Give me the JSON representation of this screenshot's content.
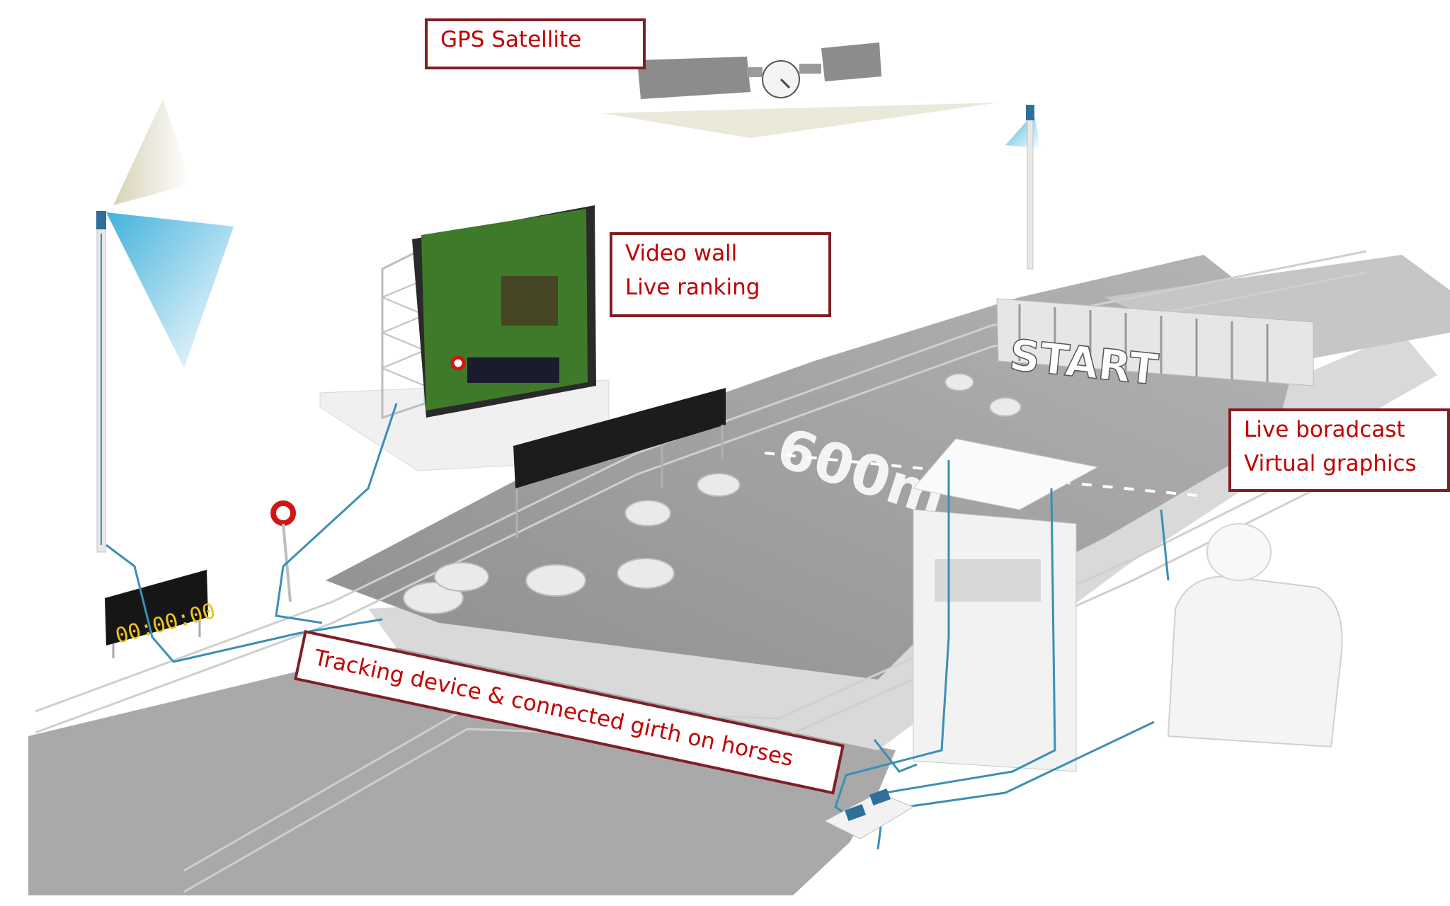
{
  "labels": {
    "gps": "GPS Satellite",
    "video_wall_line1": "Video wall",
    "video_wall_line2": "Live ranking",
    "broadcast_line1": "Live boradcast",
    "broadcast_line2": "Virtual graphics",
    "tracking": "Tracking device & connected girth on horses"
  },
  "track_markings": {
    "start": "START",
    "distance": "600m"
  },
  "timer": {
    "display": "00:00:00"
  },
  "colors": {
    "label_border": "#7f1f24",
    "label_text": "#c00000",
    "cable": "#3a8fb5",
    "track": "#9e9e9e",
    "screen_grass": "#3f7a2a",
    "timer_digits": "#f0c419"
  }
}
